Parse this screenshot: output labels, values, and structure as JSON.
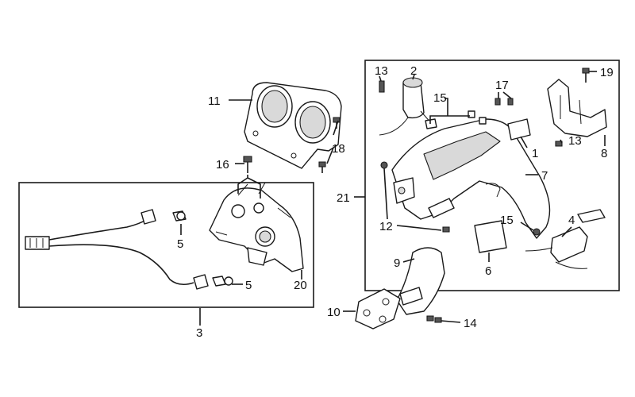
{
  "callouts": [
    {
      "id": "label-11",
      "text": "11"
    },
    {
      "id": "label-18",
      "text": "18"
    },
    {
      "id": "label-16",
      "text": "16"
    },
    {
      "id": "label-5a",
      "text": "5"
    },
    {
      "id": "label-5b",
      "text": "5"
    },
    {
      "id": "label-20",
      "text": "20"
    },
    {
      "id": "label-3",
      "text": "3"
    },
    {
      "id": "label-21",
      "text": "21"
    },
    {
      "id": "label-13a",
      "text": "13"
    },
    {
      "id": "label-2",
      "text": "2"
    },
    {
      "id": "label-15a",
      "text": "15"
    },
    {
      "id": "label-17",
      "text": "17"
    },
    {
      "id": "label-19",
      "text": "19"
    },
    {
      "id": "label-13b",
      "text": "13"
    },
    {
      "id": "label-8",
      "text": "8"
    },
    {
      "id": "label-1",
      "text": "1"
    },
    {
      "id": "label-7",
      "text": "7"
    },
    {
      "id": "label-12",
      "text": "12"
    },
    {
      "id": "label-15b",
      "text": "15"
    },
    {
      "id": "label-4",
      "text": "4"
    },
    {
      "id": "label-6",
      "text": "6"
    },
    {
      "id": "label-9",
      "text": "9"
    },
    {
      "id": "label-10",
      "text": "10"
    },
    {
      "id": "label-14",
      "text": "14"
    }
  ]
}
